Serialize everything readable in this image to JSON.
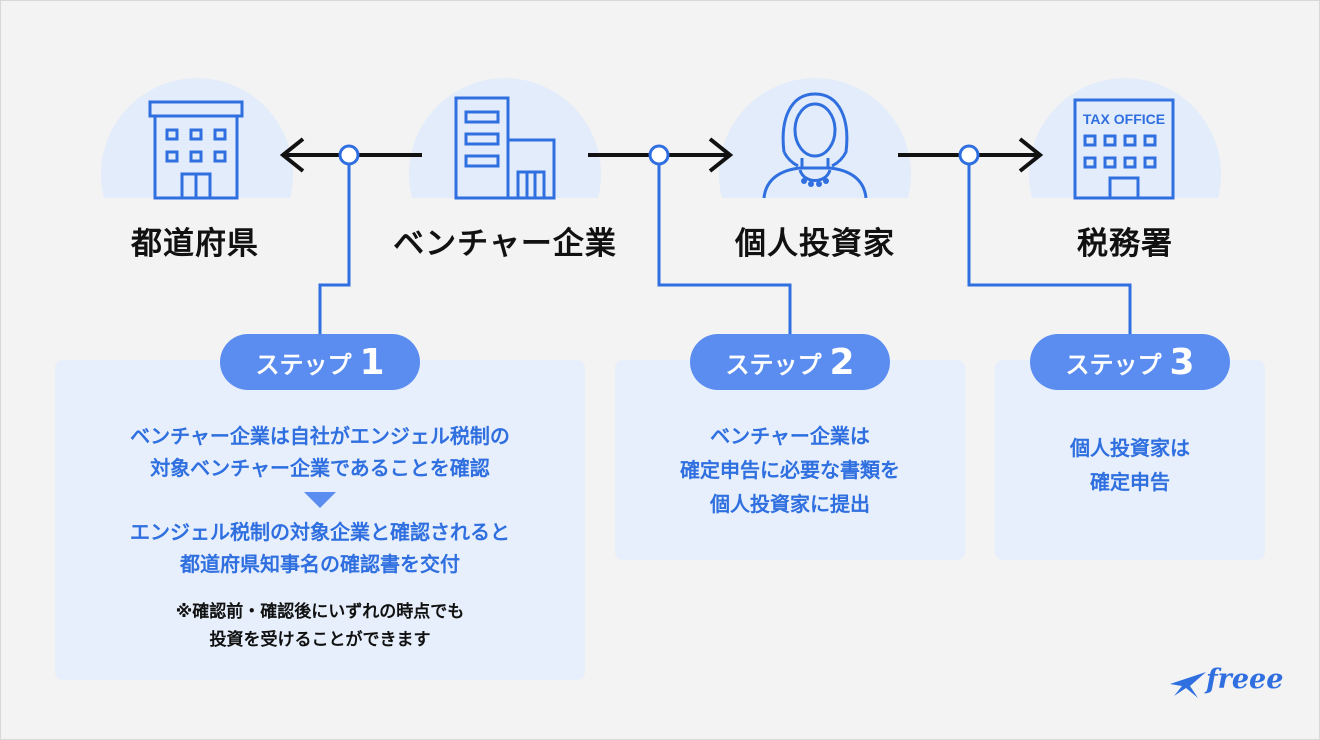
{
  "entities": [
    {
      "key": "prefecture",
      "label": "都道府県"
    },
    {
      "key": "venture",
      "label": "ベンチャー企業"
    },
    {
      "key": "investor",
      "label": "個人投資家"
    },
    {
      "key": "tax_office",
      "label": "税務署"
    }
  ],
  "tax_office_sign": "TAX OFFICE",
  "steps": [
    {
      "word": "ステップ",
      "num": "1",
      "lines_a": [
        "ベンチャー企業は自社がエンジェル税制の",
        "対象ベンチャー企業であることを確認"
      ],
      "lines_b": [
        "エンジェル税制の対象企業と確認されると",
        "都道府県知事名の確認書を交付"
      ],
      "note": [
        "※確認前・確認後にいずれの時点でも",
        "投資を受けることができます"
      ]
    },
    {
      "word": "ステップ",
      "num": "2",
      "lines": [
        "ベンチャー企業は",
        "確定申告に必要な書類を",
        "個人投資家に提出"
      ]
    },
    {
      "word": "ステップ",
      "num": "3",
      "lines": [
        "個人投資家は",
        "確定申告"
      ]
    }
  ],
  "brand": "freee",
  "colors": {
    "accent": "#2f6fe0",
    "pill": "#5b8df0",
    "panel": "#e6effb",
    "circle": "#e3ecfa"
  }
}
